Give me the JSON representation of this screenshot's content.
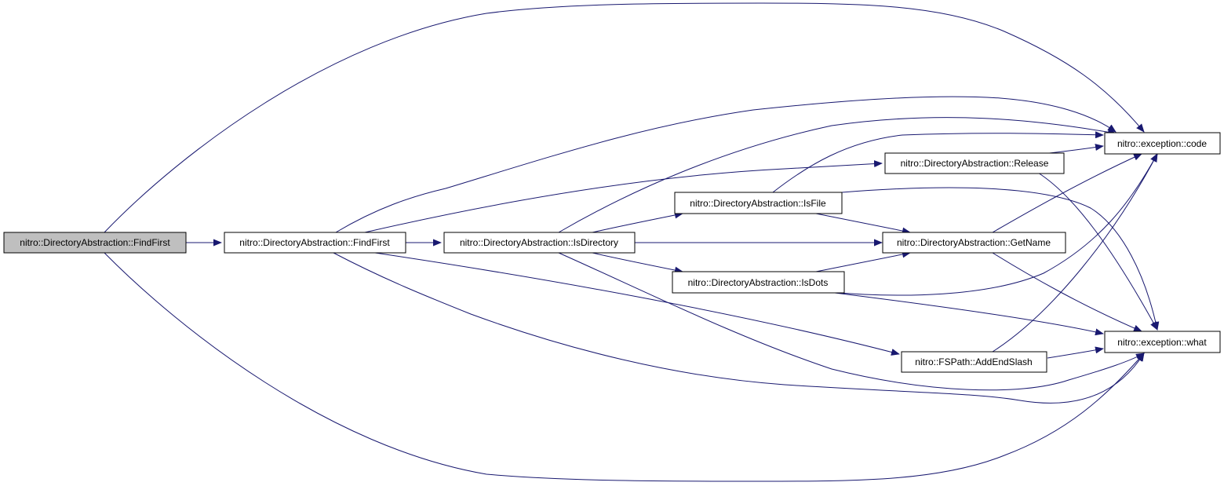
{
  "colors": {
    "edge": "#191970",
    "node_fill": "#ffffff",
    "root_fill": "#bfbfbf",
    "node_border": "#000000"
  },
  "nodes": {
    "root": {
      "label": "nitro::DirectoryAbstraction::FindFirst",
      "highlighted": true
    },
    "findfirst": {
      "label": "nitro::DirectoryAbstraction::FindFirst"
    },
    "isdirectory": {
      "label": "nitro::DirectoryAbstraction::IsDirectory"
    },
    "isfile": {
      "label": "nitro::DirectoryAbstraction::IsFile"
    },
    "isdots": {
      "label": "nitro::DirectoryAbstraction::IsDots"
    },
    "release": {
      "label": "nitro::DirectoryAbstraction::Release"
    },
    "getname": {
      "label": "nitro::DirectoryAbstraction::GetName"
    },
    "addendslash": {
      "label": "nitro::FSPath::AddEndSlash"
    },
    "code": {
      "label": "nitro::exception::code"
    },
    "what": {
      "label": "nitro::exception::what"
    }
  },
  "edges": [
    [
      "root",
      "findfirst"
    ],
    [
      "root",
      "code"
    ],
    [
      "root",
      "what"
    ],
    [
      "findfirst",
      "isdirectory"
    ],
    [
      "findfirst",
      "code"
    ],
    [
      "findfirst",
      "release"
    ],
    [
      "findfirst",
      "addendslash"
    ],
    [
      "findfirst",
      "what"
    ],
    [
      "isdirectory",
      "isfile"
    ],
    [
      "isdirectory",
      "getname"
    ],
    [
      "isdirectory",
      "isdots"
    ],
    [
      "isdirectory",
      "code"
    ],
    [
      "isdirectory",
      "what"
    ],
    [
      "isfile",
      "code"
    ],
    [
      "isfile",
      "getname"
    ],
    [
      "isfile",
      "what"
    ],
    [
      "isdots",
      "getname"
    ],
    [
      "isdots",
      "code"
    ],
    [
      "isdots",
      "what"
    ],
    [
      "release",
      "code"
    ],
    [
      "release",
      "what"
    ],
    [
      "getname",
      "code"
    ],
    [
      "getname",
      "what"
    ],
    [
      "addendslash",
      "code"
    ],
    [
      "addendslash",
      "what"
    ]
  ]
}
